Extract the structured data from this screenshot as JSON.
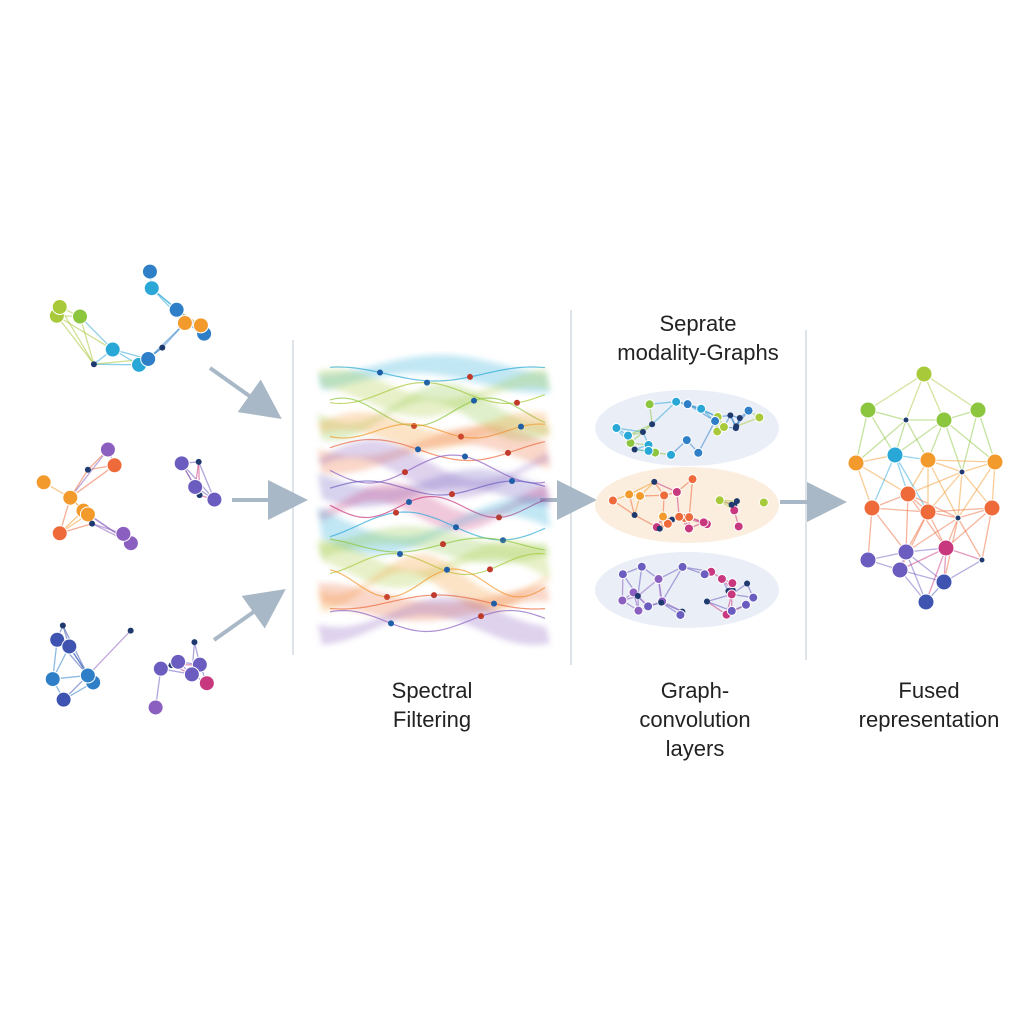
{
  "labels": {
    "spectral": "Spectral\nFiltering",
    "separate": "Seprate\nmodality-Graphs",
    "gconv": "Graph-\nconvolution\nlayers",
    "fused": "Fused\nrepresentation"
  },
  "colors": {
    "green": "#8cc63f",
    "lime": "#a8c93a",
    "cyan": "#29a8d8",
    "blue": "#2f7fc8",
    "orange": "#f39a2c",
    "red": "#ee6a3a",
    "purple": "#8a5fc0",
    "violet": "#6b5cc0",
    "magenta": "#c8387e",
    "navy": "#3e54b0",
    "arrow": "#a9b8c6",
    "divider": "#dde3e8"
  },
  "input_graphs": [
    {
      "name": "input-graph-1",
      "palette": [
        "lime",
        "green",
        "cyan",
        "blue",
        "orange"
      ]
    },
    {
      "name": "input-graph-2",
      "palette": [
        "orange",
        "red",
        "purple",
        "magenta",
        "violet"
      ]
    },
    {
      "name": "input-graph-3",
      "palette": [
        "blue",
        "navy",
        "purple",
        "magenta",
        "violet"
      ]
    }
  ],
  "modality_graphs": [
    {
      "name": "modality-graph-1",
      "palette": [
        "green",
        "cyan",
        "blue",
        "lime"
      ]
    },
    {
      "name": "modality-graph-2",
      "palette": [
        "orange",
        "red",
        "magenta",
        "lime"
      ]
    },
    {
      "name": "modality-graph-3",
      "palette": [
        "purple",
        "violet",
        "magenta"
      ]
    }
  ],
  "fused_palette": [
    "lime",
    "green",
    "cyan",
    "orange",
    "red",
    "magenta",
    "violet",
    "navy"
  ]
}
